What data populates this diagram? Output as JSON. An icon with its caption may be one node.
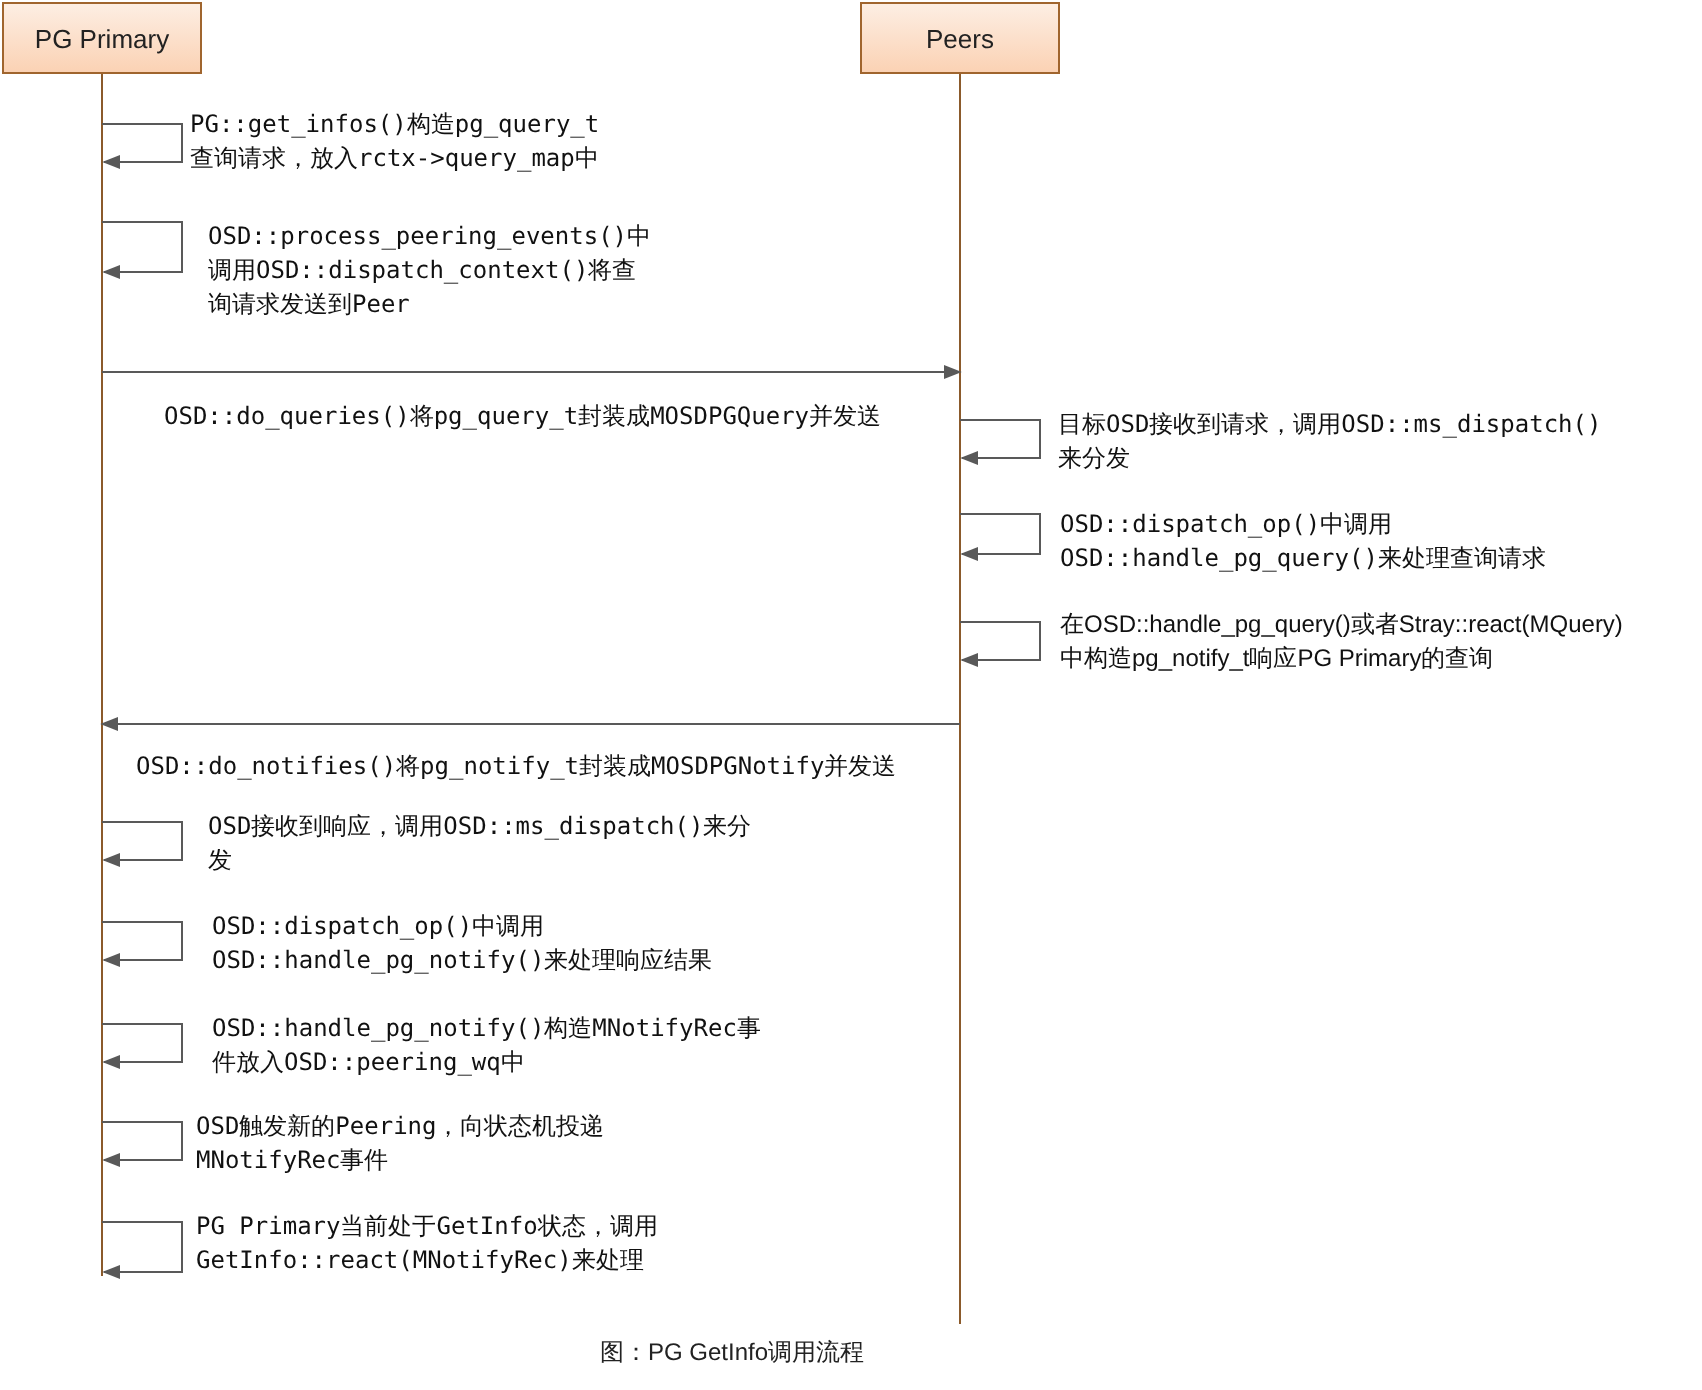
{
  "diagram": {
    "caption": "图：PG GetInfo调用流程",
    "nodes": [
      {
        "text": [
          "PG Primary"
        ]
      },
      {
        "text": [
          "Peers"
        ]
      }
    ],
    "edges": [
      {
        "from": 0,
        "to": 0,
        "arrow": "to",
        "label": "PG::get_infos()构造pg_query_t查询请求，放入rctx->query_map中"
      },
      {
        "from": 0,
        "to": 0,
        "arrow": "to",
        "label": "OSD::process_peering_events()中调用OSD::dispatch_context()将查询请求发送到Peer"
      },
      {
        "from": 0,
        "to": 1,
        "arrow": "to",
        "label": "OSD::do_queries()将pg_query_t封装成MOSDPGQuery并发送"
      },
      {
        "from": 1,
        "to": 1,
        "arrow": "to",
        "label": "目标OSD接收到请求，调用OSD::ms_dispatch()来分发"
      },
      {
        "from": 1,
        "to": 1,
        "arrow": "to",
        "label": "OSD::dispatch_op()中调用OSD::handle_pg_query()来处理查询请求"
      },
      {
        "from": 1,
        "to": 1,
        "arrow": "to",
        "label": "在OSD::handle_pg_query()或者Stray::react(MQuery)中构造pg_notify_t响应PG Primary的查询"
      },
      {
        "from": 1,
        "to": 0,
        "arrow": "to",
        "label": "OSD::do_notifies()将pg_notify_t封装成MOSDPGNotify并发送"
      },
      {
        "from": 0,
        "to": 0,
        "arrow": "to",
        "label": "OSD接收到响应，调用OSD::ms_dispatch()来分发"
      },
      {
        "from": 0,
        "to": 0,
        "arrow": "to",
        "label": "OSD::dispatch_op()中调用OSD::handle_pg_notify()来处理响应结果"
      },
      {
        "from": 0,
        "to": 0,
        "arrow": "to",
        "label": "OSD::handle_pg_notify()构造MNotifyRec事件放入OSD::peering_wq中"
      },
      {
        "from": 0,
        "to": 0,
        "arrow": "to",
        "label": "OSD触发新的Peering，向状态机投递MNotifyRec事件"
      },
      {
        "from": 0,
        "to": 0,
        "arrow": "to",
        "label": "PG Primary当前处于GetInfo状态，调用GetInfo::react(MNotifyRec)来处理"
      }
    ]
  }
}
